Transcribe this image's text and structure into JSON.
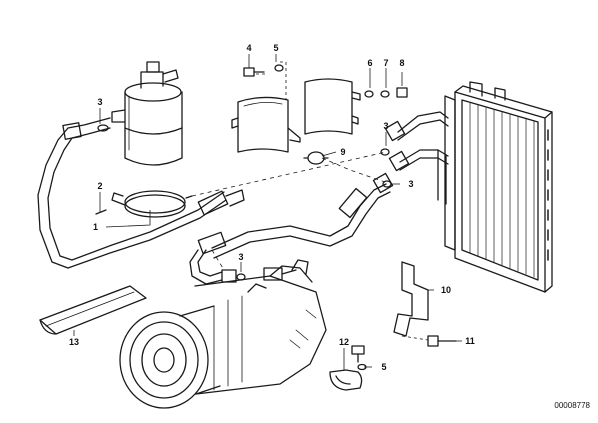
{
  "callouts": [
    {
      "id": "c1",
      "label": "1"
    },
    {
      "id": "c2",
      "label": "2"
    },
    {
      "id": "c3a",
      "label": "3"
    },
    {
      "id": "c3b",
      "label": "3"
    },
    {
      "id": "c3c",
      "label": "3"
    },
    {
      "id": "c3d",
      "label": "3"
    },
    {
      "id": "c4",
      "label": "4"
    },
    {
      "id": "c5a",
      "label": "5"
    },
    {
      "id": "c5b",
      "label": "5"
    },
    {
      "id": "c6",
      "label": "6"
    },
    {
      "id": "c7",
      "label": "7"
    },
    {
      "id": "c8",
      "label": "8"
    },
    {
      "id": "c9",
      "label": "9"
    },
    {
      "id": "c10",
      "label": "10"
    },
    {
      "id": "c11",
      "label": "11"
    },
    {
      "id": "c12",
      "label": "12"
    },
    {
      "id": "c13",
      "label": "13"
    }
  ],
  "drawing_number": "00008778",
  "line_color": "#1a1a1a"
}
